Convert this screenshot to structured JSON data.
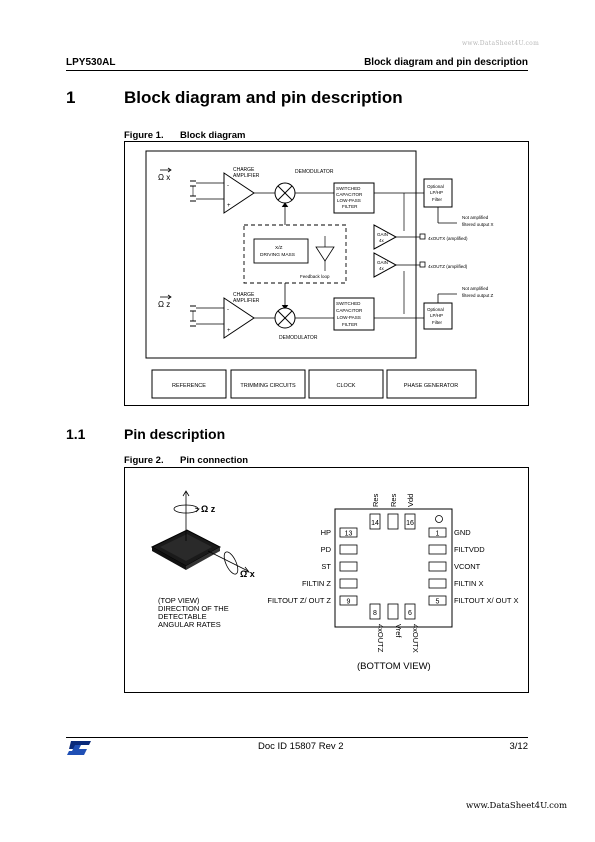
{
  "watermark_top": "www.DataSheet4U.com",
  "header": {
    "part": "LPY530AL",
    "section": "Block diagram and pin description"
  },
  "section1": {
    "number": "1",
    "title": "Block diagram and pin description"
  },
  "figure1": {
    "label": "Figure 1.",
    "title": "Block diagram",
    "omega_x": "Ω x",
    "omega_z": "Ω z",
    "charge_amplifier": [
      "CHARGE",
      "AMPLIFIER"
    ],
    "demodulator": "DEMODULATOR",
    "switched_filter": [
      "SWITCHED",
      "CAPACITOR",
      "LOW-PASS",
      "FILTER"
    ],
    "optional_filter": [
      "Optional",
      "LP/HP",
      "Filter"
    ],
    "gain": [
      "GAIN",
      "4x"
    ],
    "xz_mass": [
      "X/Z",
      "DRIVING MASS"
    ],
    "feedback_loop": "Feedback loop",
    "out_x_4x": "4xOUTX (amplified)",
    "out_z_4x": "4xOUTZ (amplified)",
    "not_amplified_x": [
      "Not amplified",
      "filtered output X"
    ],
    "not_amplified_z": [
      "Not amplified",
      "filtered output Z"
    ],
    "bottom_blocks": [
      "REFERENCE",
      "TRIMMING CIRCUITS",
      "CLOCK",
      "PHASE GENERATOR"
    ]
  },
  "section1_1": {
    "number": "1.1",
    "title": "Pin description"
  },
  "figure2": {
    "label": "Figure 2.",
    "title": "Pin connection",
    "omega_z": "Ω z",
    "omega_x": "Ω x",
    "top_view_caption": [
      "(TOP VIEW)",
      "DIRECTION OF THE",
      "DETECTABLE",
      "ANGULAR RATES"
    ],
    "top_pins": [
      "Res",
      "Res",
      "Vdd"
    ],
    "left_pins": [
      "HP",
      "PD",
      "ST",
      "FILTIN Z",
      "FILTOUT Z/ OUT Z"
    ],
    "right_pins": [
      "GND",
      "FILTVDD",
      "VCONT",
      "FILTIN X",
      "FILTOUT X/ OUT X"
    ],
    "bottom_pins": [
      "4xOUTZ",
      "Vref",
      "4xOUTX"
    ],
    "pin_numbers": {
      "p13": "13",
      "p14": "14",
      "p16": "16",
      "p1": "1",
      "p9": "9",
      "p8": "8",
      "p6": "6",
      "p5": "5"
    },
    "bottom_view_caption": "(BOTTOM VIEW)"
  },
  "footer": {
    "doc_id": "Doc ID 15807 Rev 2",
    "page": "3/12"
  },
  "watermark_bottom": "www.DataSheet4U.com"
}
